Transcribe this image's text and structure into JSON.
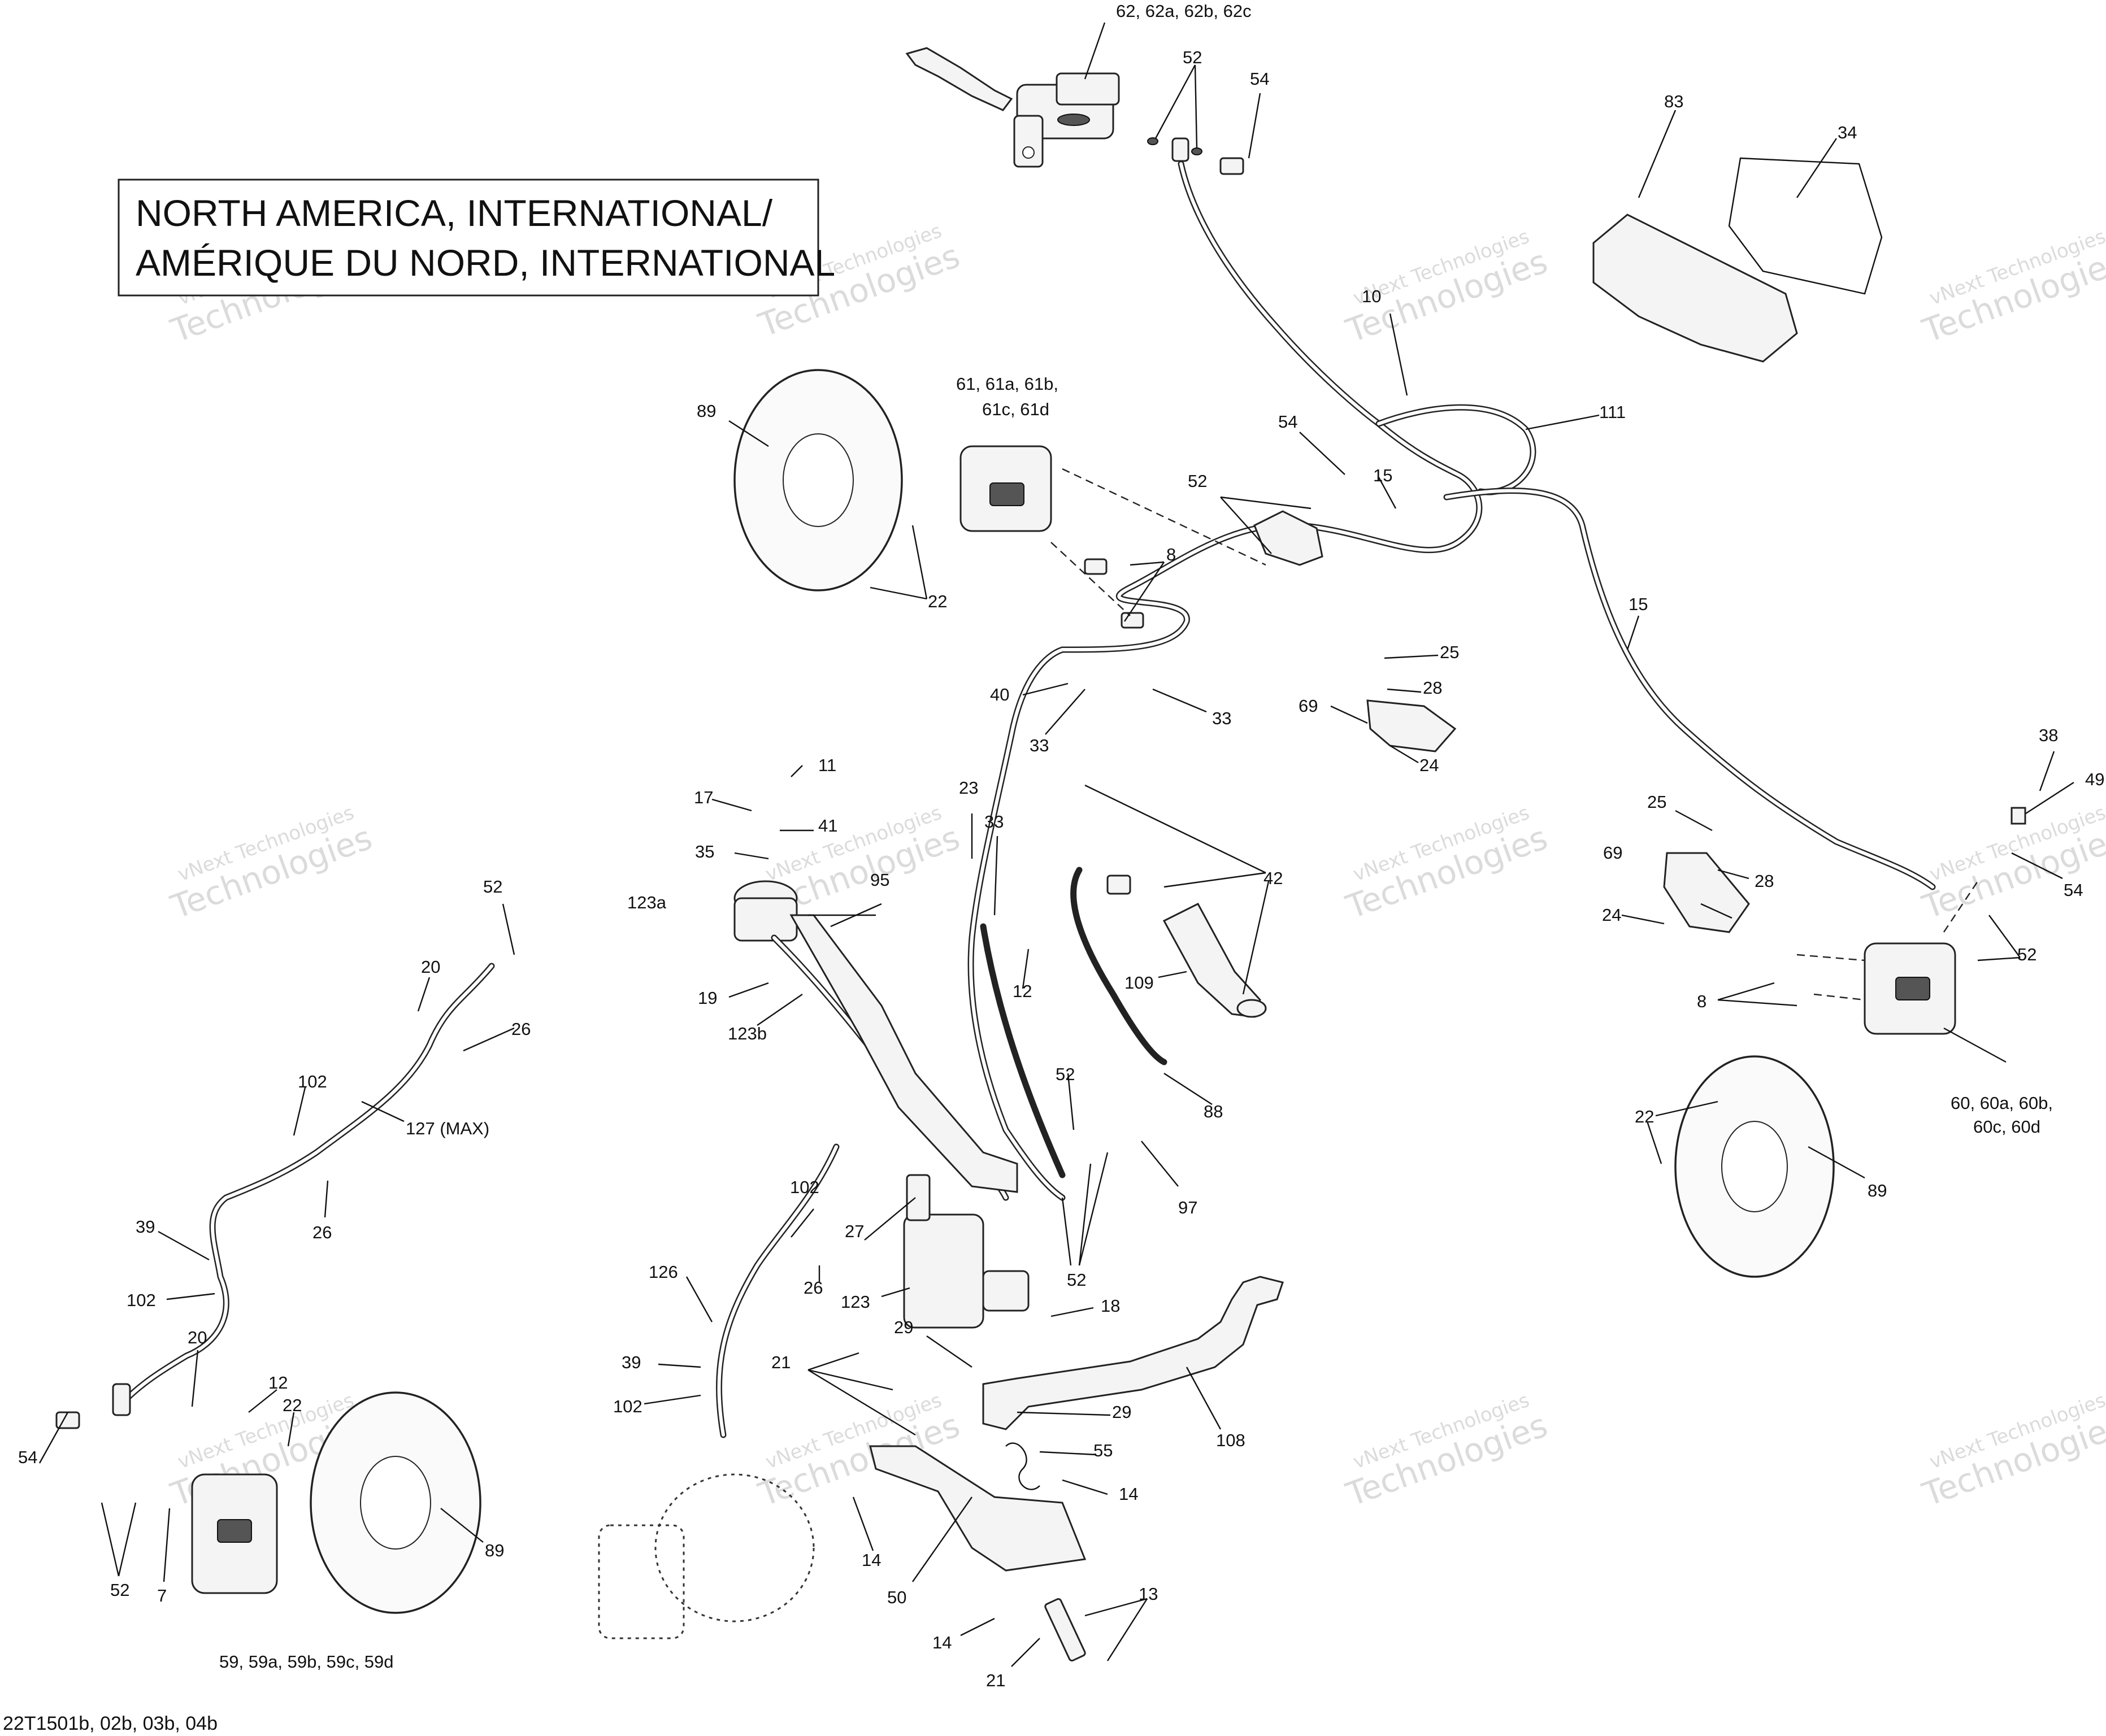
{
  "title": {
    "line1": "NORTH AMERICA, INTERNATIONAL/",
    "line2": "AMÉRIQUE DU NORD, INTERNATIONAL"
  },
  "reference": "22T1501b, 02b, 03b, 04b",
  "watermark": {
    "brand": "vNext Technologies",
    "word": "Technologies",
    "prefix": "vNext"
  },
  "callouts": {
    "c62": "62, 62a, 62b, 62c",
    "c52_top": "52",
    "c54_top": "54",
    "c83": "83",
    "c34": "34",
    "c10": "10",
    "c111": "111",
    "c61_1": "61, 61a, 61b,",
    "c61_2": "61c, 61d",
    "c89_top": "89",
    "c22_top": "22",
    "c8_top": "8",
    "c54_mid": "54",
    "c15_a": "15",
    "c52_mid": "52",
    "c15_b": "15",
    "c25_a": "25",
    "c28_a": "28",
    "c69_a": "69",
    "c24_a": "24",
    "c40": "40",
    "c33_a": "33",
    "c33_b": "33",
    "c38": "38",
    "c49": "49",
    "c54_right": "54",
    "c52_right": "52",
    "c25_b": "25",
    "c69_b": "69",
    "c28_b": "28",
    "c24_b": "24",
    "c8_right": "8",
    "c22_right": "22",
    "c60_1": "60, 60a, 60b,",
    "c60_2": "60c, 60d",
    "c89_right": "89",
    "c11": "11",
    "c17": "17",
    "c41": "41",
    "c35": "35",
    "c123a": "123a",
    "c95": "95",
    "c19": "19",
    "c123b": "123b",
    "c23": "23",
    "c33_c": "33",
    "c12_mid": "12",
    "c42": "42",
    "c109": "109",
    "c52_center": "52",
    "c88": "88",
    "c97": "97",
    "c52_low": "52",
    "c27": "27",
    "c123": "123",
    "c18": "18",
    "c102_center": "102",
    "c26_center": "26",
    "c126": "126",
    "c39_center": "39",
    "c102_low": "102",
    "c21_a": "21",
    "c29_a": "29",
    "c29_b": "29",
    "c108": "108",
    "c55": "55",
    "c14_a": "14",
    "c14_b": "14",
    "c50": "50",
    "c13": "13",
    "c14_c": "14",
    "c21_b": "21",
    "c52_left_top": "52",
    "c20_a": "20",
    "c26_left": "26",
    "c102_left": "102",
    "c127": "127 (MAX)",
    "c26_left2": "26",
    "c39_left": "39",
    "c102_left2": "102",
    "c20_b": "20",
    "c12_left": "12",
    "c22_left": "22",
    "c54_left": "54",
    "c52_left_low": "52",
    "c7": "7",
    "c89_left": "89",
    "c59": "59, 59a, 59b, 59c, 59d"
  }
}
